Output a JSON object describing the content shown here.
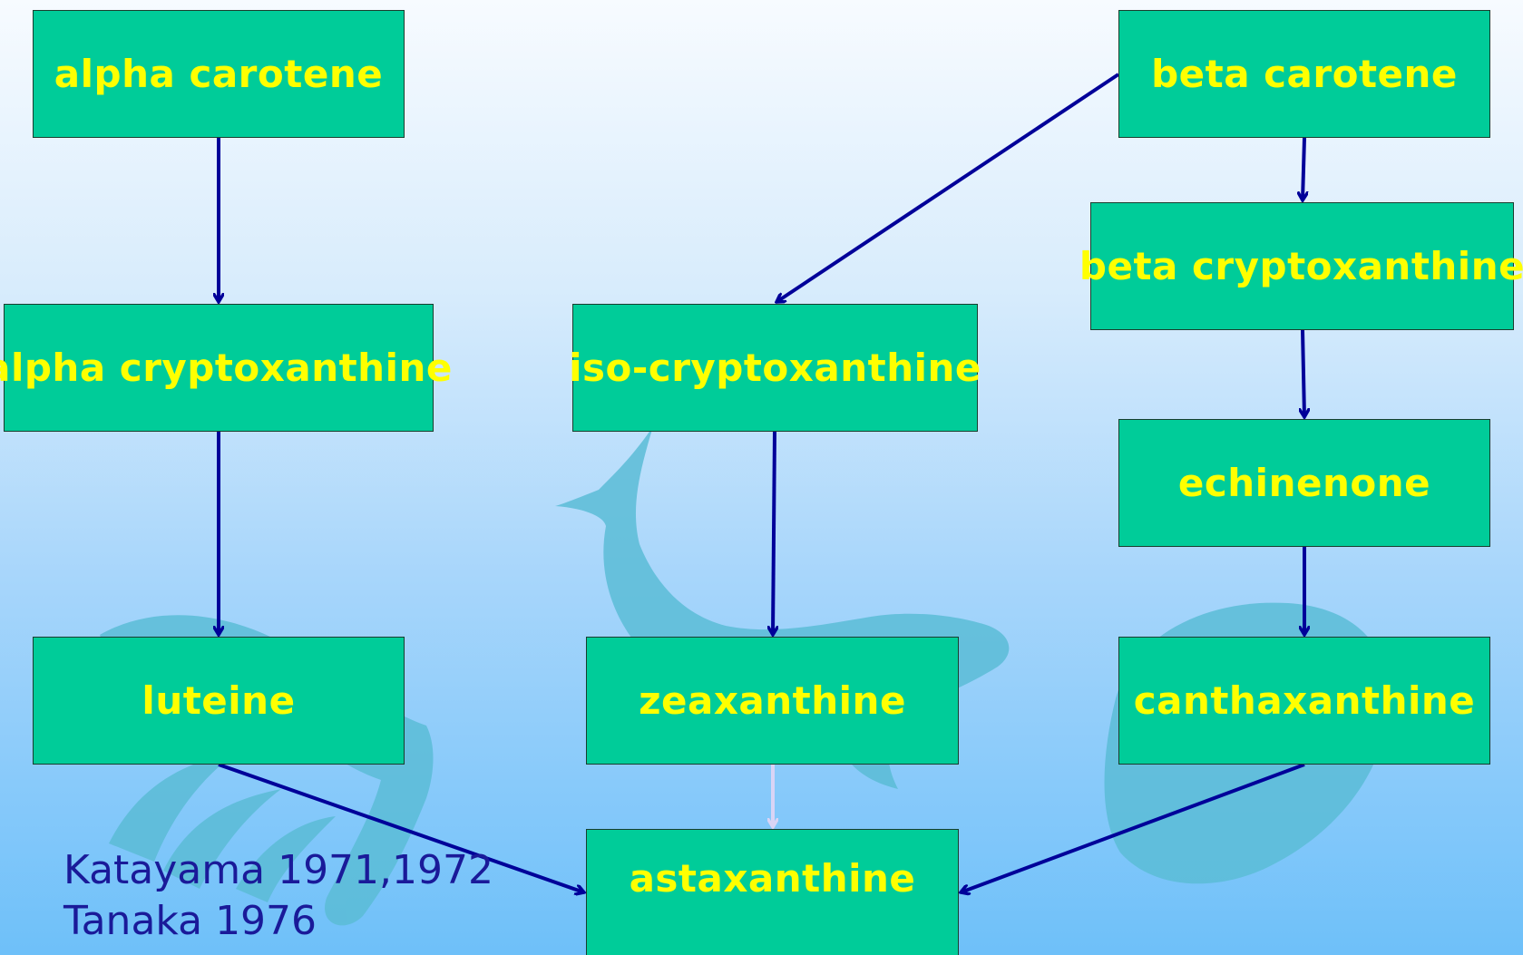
{
  "nodes": {
    "alpha_carotene": "alpha carotene",
    "beta_carotene": "beta carotene",
    "beta_cryptoxanthine": "beta cryptoxanthine",
    "alpha_cryptoxanthine": "alpha cryptoxanthine",
    "iso_cryptoxanthine": "iso-cryptoxanthine",
    "echinenone": "echinenone",
    "luteine": "luteine",
    "zeaxanthine": "zeaxanthine",
    "canthaxanthine": "canthaxanthine",
    "astaxanthine": "astaxanthine"
  },
  "edges": [
    {
      "from": "alpha carotene",
      "to": "alpha cryptoxanthine"
    },
    {
      "from": "alpha cryptoxanthine",
      "to": "luteine"
    },
    {
      "from": "luteine",
      "to": "astaxanthine"
    },
    {
      "from": "beta carotene",
      "to": "iso-cryptoxanthine"
    },
    {
      "from": "beta carotene",
      "to": "beta cryptoxanthine"
    },
    {
      "from": "beta cryptoxanthine",
      "to": "echinenone"
    },
    {
      "from": "echinenone",
      "to": "canthaxanthine"
    },
    {
      "from": "canthaxanthine",
      "to": "astaxanthine"
    },
    {
      "from": "iso-cryptoxanthine",
      "to": "zeaxanthine"
    },
    {
      "from": "zeaxanthine",
      "to": "astaxanthine"
    }
  ],
  "credits": {
    "line1": "Katayama 1971,1972",
    "line2": "Tanaka 1976"
  },
  "colors": {
    "node_fill": "#00cc99",
    "node_text": "#ffff00",
    "arrow": "#000099",
    "arrow_faint": "#d9d4f5",
    "credit_text": "#1a1a99",
    "decoration": "#5bbcd6"
  },
  "decoration_icons": [
    "shrimp-silhouette",
    "fish-silhouette",
    "shell-silhouette"
  ]
}
